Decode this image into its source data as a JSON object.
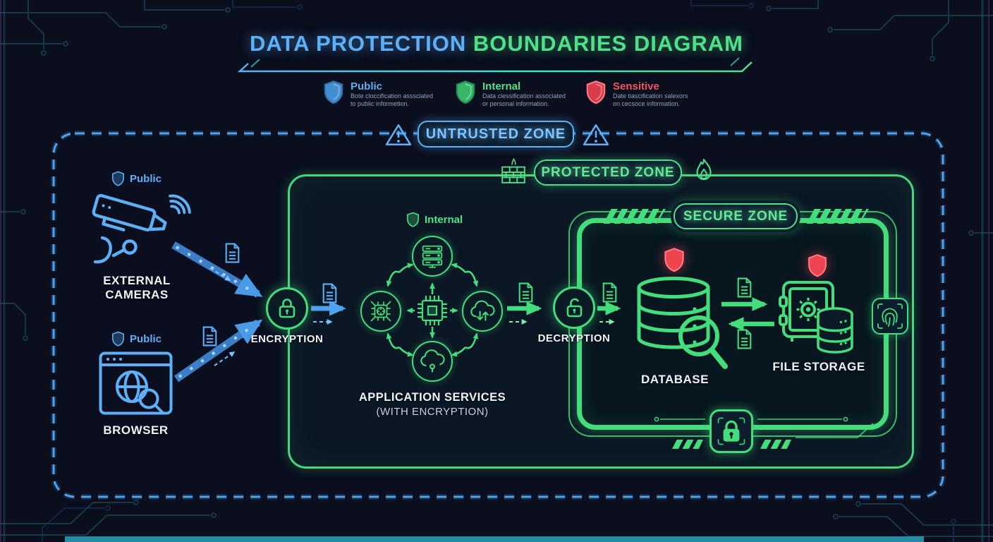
{
  "title": {
    "part1": "DATA PROTECTION ",
    "part2": "BOUNDARIES DIAGRAM"
  },
  "legend": {
    "public": {
      "label": "Public",
      "desc_line1": "Bote cloccification asssciated",
      "desc_line2": "to public informetion."
    },
    "internal": {
      "label": "Internal",
      "desc_line1": "Data clessification associated",
      "desc_line2": "or personal information."
    },
    "sensitive": {
      "label": "Sensitive",
      "desc_line1": "Date tiascification salexors",
      "desc_line2": "on cecsoce information."
    }
  },
  "zones": {
    "untrusted": {
      "label": "UNTRUSTED ZONE"
    },
    "protected": {
      "label": "PROTECTED ZONE"
    },
    "secure": {
      "label": "SECURE ZONE"
    }
  },
  "nodes": {
    "cameras": {
      "label": "EXTERNAL CAMERAS",
      "classification": "Public"
    },
    "browser": {
      "label": "BROWSER",
      "classification": "Public"
    },
    "encryption": {
      "label": "ENCRYPTION"
    },
    "services": {
      "label": "APPLICATION SERVICES",
      "sublabel": "(WITH ENCRYPTION)",
      "classification": "Internal"
    },
    "decryption": {
      "label": "DECRYPTION"
    },
    "database": {
      "label": "DATABASE"
    },
    "storage": {
      "label": "FILE STORAGE"
    }
  },
  "colors": {
    "public_blue": "#5db0f5",
    "zone_green": "#43dd7c",
    "sensitive_red": "#ee4450",
    "background": "#0a0e1d"
  }
}
